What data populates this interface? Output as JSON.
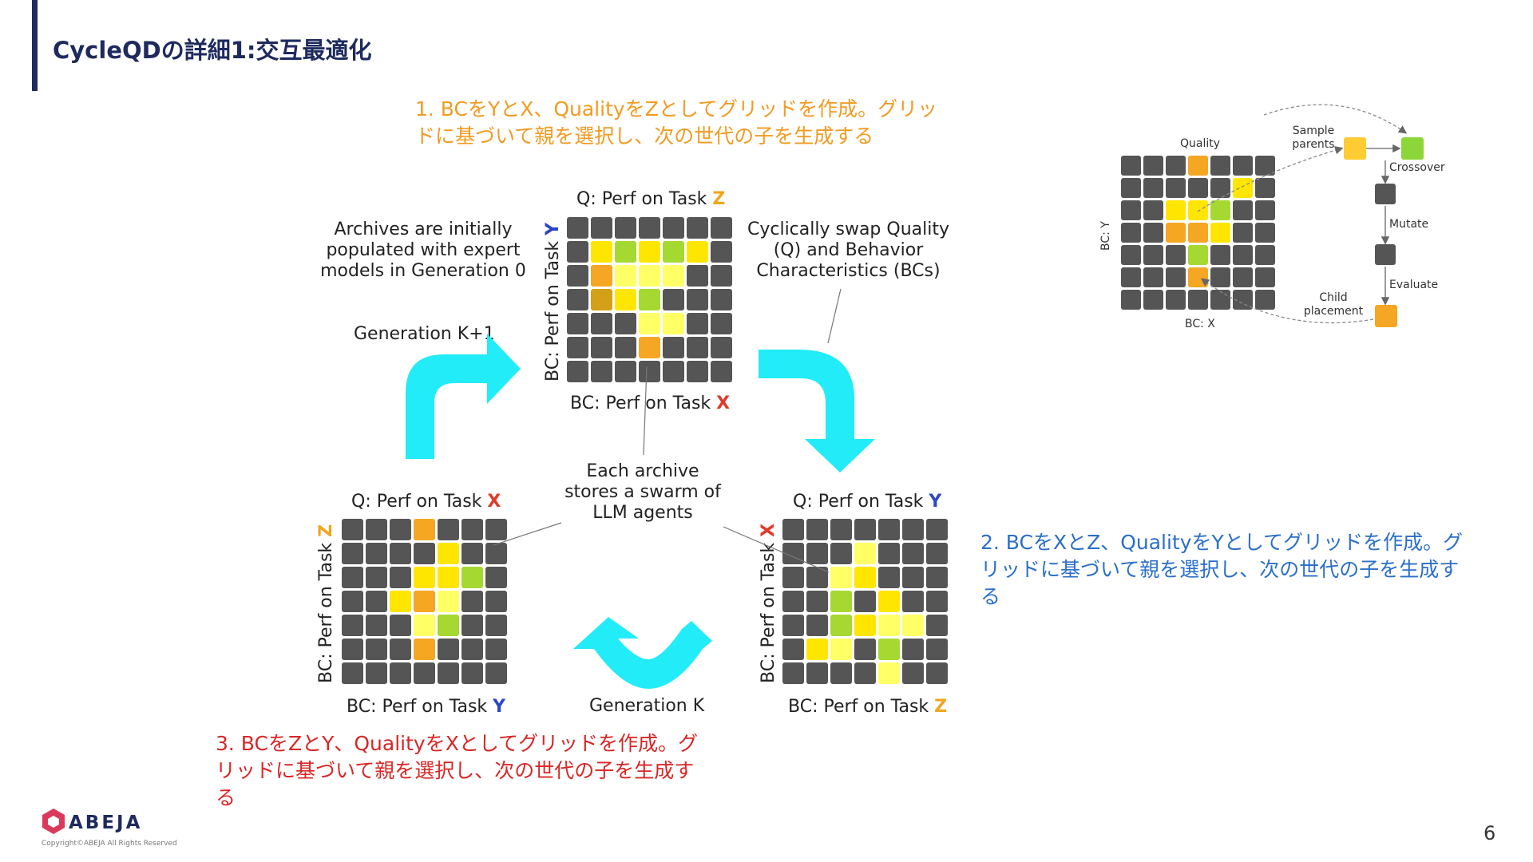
{
  "title": "CycleQDの詳細1:交互最適化",
  "notes": {
    "note1": "1. BCをYとX、QualityをZとしてグリッドを作成。グリッドに基づいて親を選択し、次の世代の子を生成する",
    "note2": "2. BCをXとZ、QualityをYとしてグリッドを作成。グリッドに基づいて親を選択し、次の世代の子を生成する",
    "note3": "3. BCをZとY、QualityをXとしてグリッドを作成。グリッドに基づいて親を選択し、次の世代の子を生成する"
  },
  "labels": {
    "archives": "Archives are initially populated with expert models in Generation 0",
    "cyclically": "Cyclically swap Quality (Q) and Behavior Characteristics (BCs)",
    "each_archive": "Each archive stores a swarm of LLM agents",
    "gen_k1": "Generation K+1",
    "gen_k": "Generation K"
  },
  "grids": {
    "top": {
      "q_prefix": "Q: Perf on Task ",
      "q_task": "Z",
      "bc_prefix": "BC: Perf on Task ",
      "bc_task": "X",
      "side_prefix": "BC: Perf on Task ",
      "side_task": "Y"
    },
    "left": {
      "q_prefix": "Q: Perf on Task ",
      "q_task": "X",
      "bc_prefix": "BC: Perf on Task ",
      "bc_task": "Y",
      "side_prefix": "BC: Perf on Task ",
      "side_task": "Z"
    },
    "right": {
      "q_prefix": "Q: Perf on Task ",
      "q_task": "Y",
      "bc_prefix": "BC: Perf on Task ",
      "bc_task": "Z",
      "side_prefix": "BC: Perf on Task ",
      "side_task": "X"
    }
  },
  "task_colors": {
    "X": "#e03a2a",
    "Y": "#2c47c8",
    "Z": "#f2a51e"
  },
  "cell_colors": {
    "empty": "#555555",
    "a": "#ffe600",
    "b": "#ffff66",
    "c": "#f5a623",
    "d": "#b5b520",
    "e": "#a6d832",
    "f": "#d4a017"
  },
  "grid_patterns": {
    "top": [
      "0000000",
      "0aeaea0",
      "0cbbb00",
      "0fae000",
      "000bb00",
      "000c000",
      "0000000"
    ],
    "left": [
      "000c000",
      "0000a00",
      "000aae0",
      "00acb00",
      "000be00",
      "000c000",
      "0000000"
    ],
    "right": [
      "0000000",
      "000b000",
      "00ba000",
      "00e0a00",
      "00eabb0",
      "0ab0e00",
      "0000b00"
    ]
  },
  "inset": {
    "quality": "Quality",
    "sample_parents": "Sample parents",
    "crossover": "Crossover",
    "mutate": "Mutate",
    "evaluate": "Evaluate",
    "child_placement": "Child placement",
    "bc_y": "BC: Y",
    "bc_x": "BC: X",
    "pattern": [
      "000c000",
      "00000a0",
      "00aae00",
      "00cca00",
      "000e000",
      "000c000",
      "0000000"
    ],
    "colors": {
      "parent": "#ffcc33",
      "child_green": "#8cd63a",
      "child": "#f5a623",
      "node": "#555555"
    }
  },
  "logo": {
    "name": "ABEJA",
    "copyright": "Copyright©ABEJA All Rights Reserved",
    "color": "#d93a5c"
  },
  "page_number": "6",
  "arrow_color": "#22ecf7"
}
